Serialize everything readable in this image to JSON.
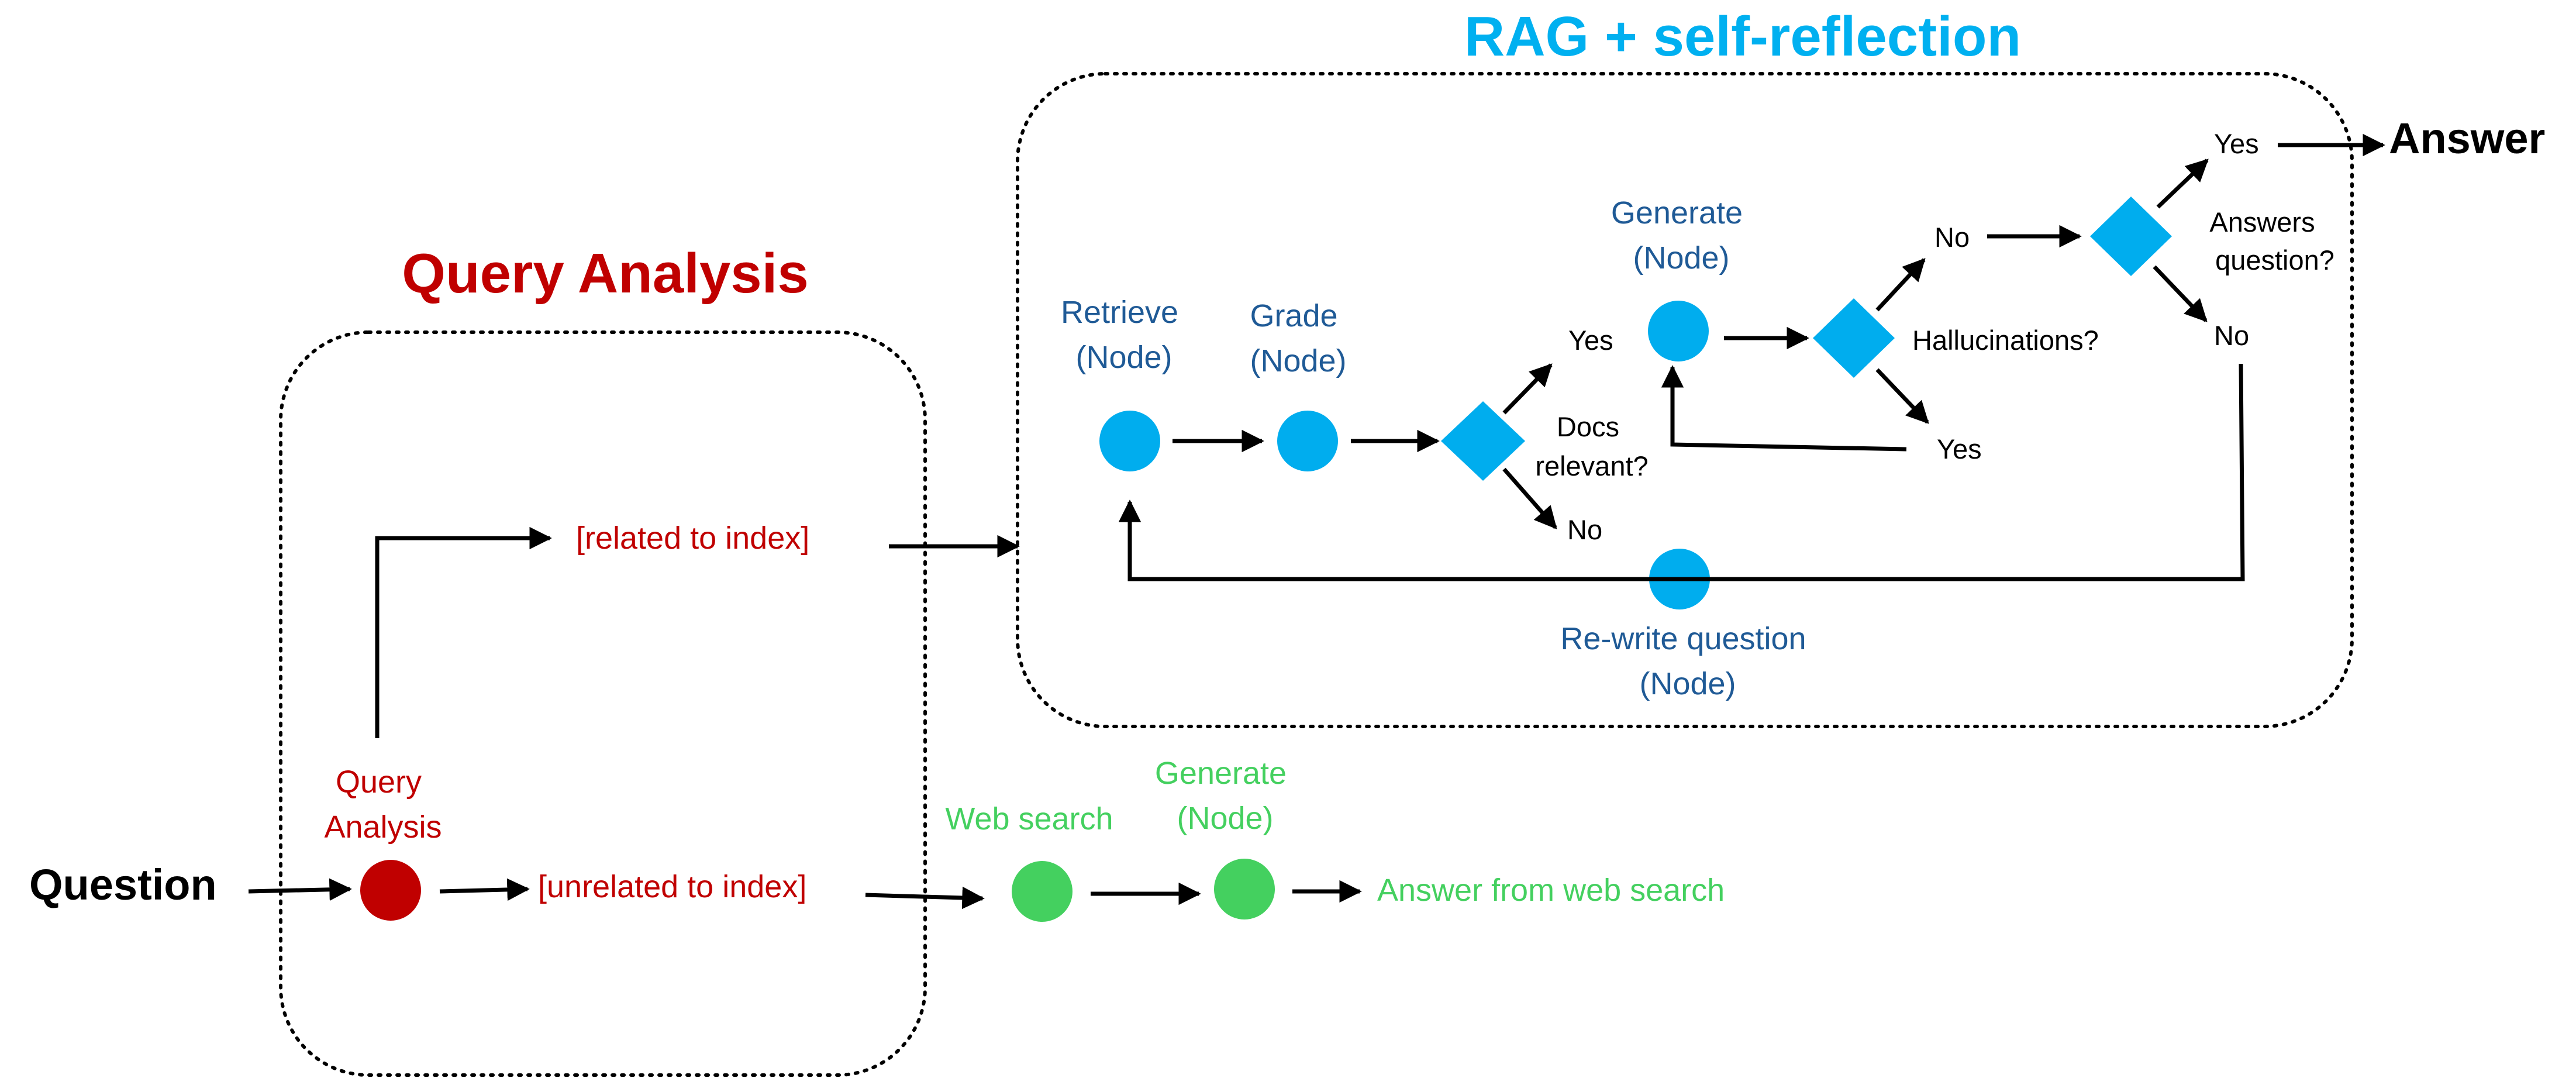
{
  "titles": {
    "query_analysis": "Query Analysis",
    "rag": "RAG + self-reflection"
  },
  "endpoints": {
    "question": "Question",
    "answer": "Answer",
    "answer_web": "Answer from web search"
  },
  "nodes": {
    "query_analysis": [
      "Query",
      "Analysis"
    ],
    "retrieve": [
      "Retrieve",
      "(Node)"
    ],
    "grade": [
      "Grade",
      "(Node)"
    ],
    "generate_rag": [
      "Generate",
      "(Node)"
    ],
    "rewrite": [
      "Re-write question",
      "(Node)"
    ],
    "web_search": "Web search",
    "generate_web": [
      "Generate",
      "(Node)"
    ]
  },
  "routes": {
    "related": "[related to index]",
    "unrelated": "[unrelated to index]"
  },
  "decisions": {
    "docs_relevant": [
      "Docs",
      "relevant?"
    ],
    "hallucinations": "Hallucinations?",
    "answers_question": [
      "Answers",
      "question?"
    ]
  },
  "branches": {
    "docs_yes": "Yes",
    "docs_no": "No",
    "halluc_no": "No",
    "halluc_yes": "Yes",
    "answers_yes": "Yes",
    "answers_no": "No"
  },
  "colors": {
    "query_red": "#c00000",
    "rag_blue": "#1f5a96",
    "node_blue": "#00adee",
    "title_blue": "#00b0f0",
    "web_green": "#44d05f",
    "ink": "#000000"
  }
}
